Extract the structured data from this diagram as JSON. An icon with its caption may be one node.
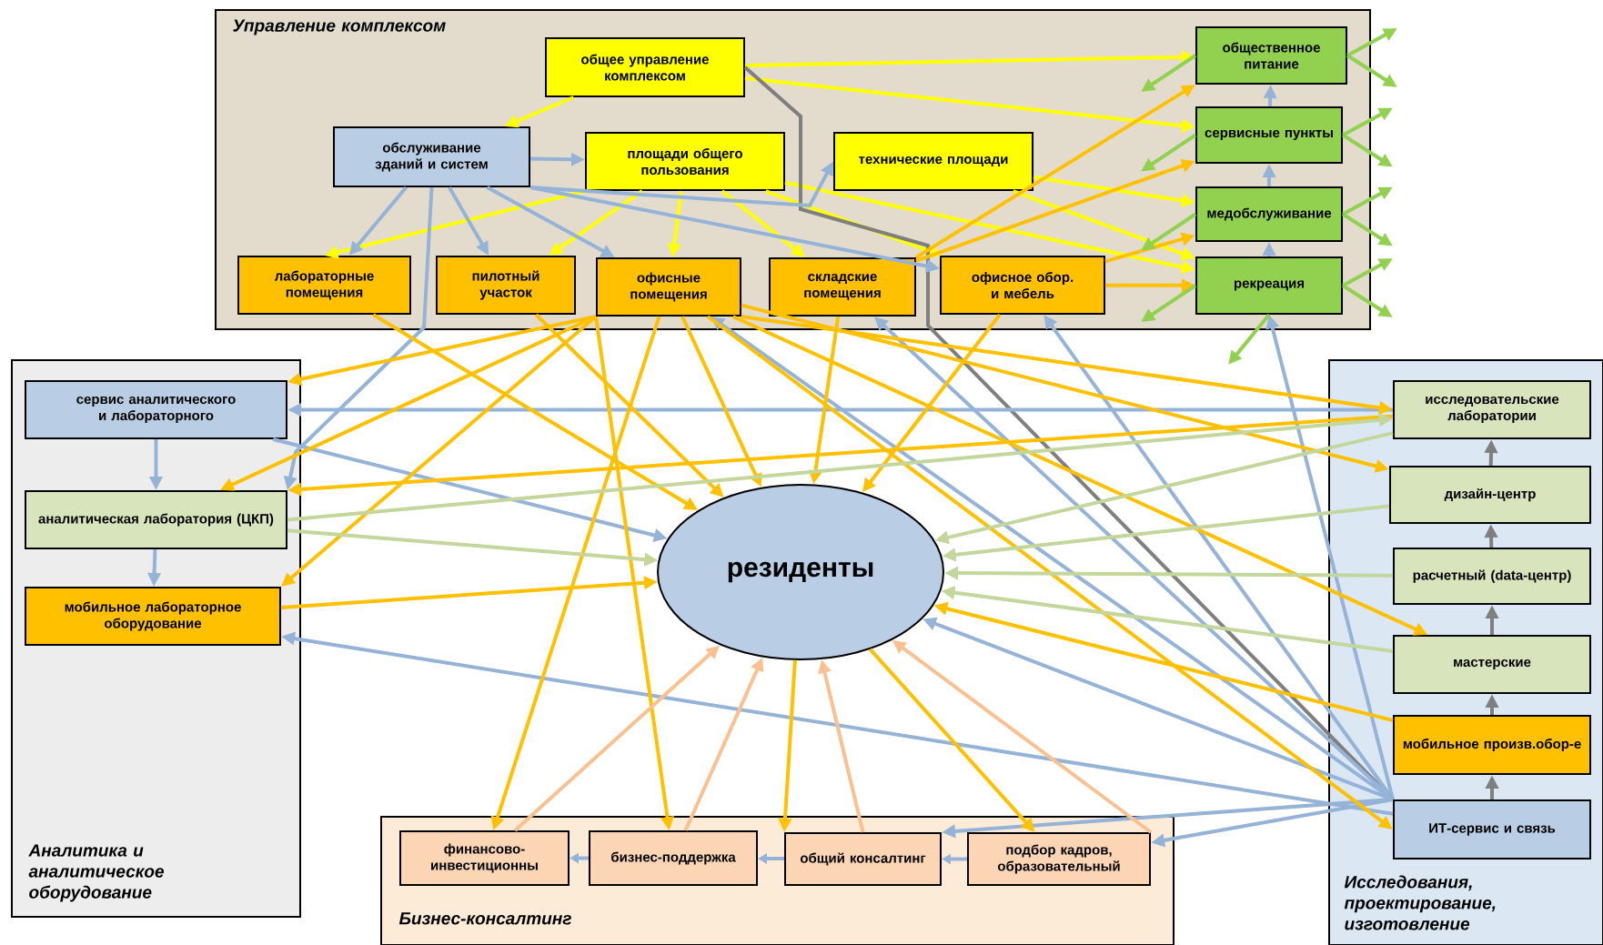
{
  "diagram": {
    "nodes": [
      {
        "text": [
          "Управление комплексом"
        ]
      },
      {
        "text": [
          "общее управление комплексом"
        ],
        "in": 0
      },
      {
        "text": [
          "обслуживание зданий и систем"
        ],
        "in": 0
      },
      {
        "text": [
          "площади общего пользования"
        ],
        "in": 0
      },
      {
        "text": [
          "технические площади"
        ],
        "in": 0
      },
      {
        "text": [
          "лабораторные помещения"
        ],
        "in": 0
      },
      {
        "text": [
          "пилотный участок"
        ],
        "in": 0
      },
      {
        "text": [
          "офисные помещения"
        ],
        "in": 0
      },
      {
        "text": [
          "складские помещения"
        ],
        "in": 0
      },
      {
        "text": [
          "офисное обор. и мебель"
        ],
        "in": 0
      },
      {
        "text": [
          "общественное питание"
        ],
        "in": 0
      },
      {
        "text": [
          "сервисные пункты"
        ],
        "in": 0
      },
      {
        "text": [
          "медобслуживание"
        ],
        "in": 0
      },
      {
        "text": [
          "рекреация"
        ],
        "in": 0
      },
      {
        "text": [
          "Аналитика и аналитическое оборудование"
        ]
      },
      {
        "text": [
          "сервис аналитического и лабораторного"
        ],
        "in": 14
      },
      {
        "text": [
          "аналитическая лаборатория (ЦКП)"
        ],
        "in": 14
      },
      {
        "text": [
          "мобильное лабораторное оборудование"
        ],
        "in": 14
      },
      {
        "text": [
          "резиденты"
        ]
      },
      {
        "text": [
          "Бизнес-консалтинг"
        ]
      },
      {
        "text": [
          "финансово-инвестиционны"
        ],
        "in": 19
      },
      {
        "text": [
          "бизнес-поддержка"
        ],
        "in": 19
      },
      {
        "text": [
          "общий консалтинг"
        ],
        "in": 19
      },
      {
        "text": [
          "подбор кадров, образовательный"
        ],
        "in": 19
      },
      {
        "text": [
          "Исследования, проектирование, изготовление"
        ]
      },
      {
        "text": [
          "исследовательские лаборатории"
        ],
        "in": 24
      },
      {
        "text": [
          "дизайн-центр"
        ],
        "in": 24
      },
      {
        "text": [
          "расчетный (data-центр)"
        ],
        "in": 24
      },
      {
        "text": [
          "мастерские"
        ],
        "in": 24
      },
      {
        "text": [
          "мобильное произв.обор-е"
        ],
        "in": 24
      },
      {
        "text": [
          "ИТ-сервис и связь"
        ],
        "in": 24
      }
    ],
    "edges": [
      {
        "from": 1,
        "to": 2,
        "arrow": "to",
        "color": "#ffff00"
      },
      {
        "from": 1,
        "to": 10,
        "arrow": "to",
        "color": "#ffff00"
      },
      {
        "from": 1,
        "to": 11,
        "arrow": "to",
        "color": "#ffff00"
      },
      {
        "from": 3,
        "to": 5,
        "arrow": "to",
        "color": "#ffff00"
      },
      {
        "from": 3,
        "to": 6,
        "arrow": "to",
        "color": "#ffff00"
      },
      {
        "from": 3,
        "to": 7,
        "arrow": "to",
        "color": "#ffff00"
      },
      {
        "from": 3,
        "to": 8,
        "arrow": "to",
        "color": "#ffff00"
      },
      {
        "from": 3,
        "to": 9,
        "arrow": "to",
        "color": "#ffff00"
      },
      {
        "from": 3,
        "to": 13,
        "arrow": "to",
        "color": "#ffff00"
      },
      {
        "from": 4,
        "to": 12,
        "arrow": "to",
        "color": "#ffff00"
      },
      {
        "from": 4,
        "to": 13,
        "arrow": "to",
        "color": "#ffff00"
      },
      {
        "from": 1,
        "to": 30,
        "arrow": "none",
        "color": "#7f7f7f"
      },
      {
        "from": 2,
        "to": 3,
        "arrow": "to",
        "color": "#95b3d7"
      },
      {
        "from": 2,
        "to": 4,
        "arrow": "to",
        "color": "#95b3d7"
      },
      {
        "from": 2,
        "to": 5,
        "arrow": "to",
        "color": "#95b3d7"
      },
      {
        "from": 2,
        "to": 6,
        "arrow": "to",
        "color": "#95b3d7"
      },
      {
        "from": 2,
        "to": 7,
        "arrow": "to",
        "color": "#95b3d7"
      },
      {
        "from": 2,
        "to": 9,
        "arrow": "to",
        "color": "#95b3d7"
      },
      {
        "from": 2,
        "to": 16,
        "arrow": "to",
        "color": "#95b3d7"
      },
      {
        "from": 15,
        "to": 16,
        "arrow": "to",
        "color": "#95b3d7"
      },
      {
        "from": 16,
        "to": 17,
        "arrow": "to",
        "color": "#95b3d7"
      },
      {
        "from": 15,
        "to": 18,
        "arrow": "to",
        "color": "#95b3d7"
      },
      {
        "from": 25,
        "to": 15,
        "arrow": "to",
        "color": "#95b3d7"
      },
      {
        "from": 30,
        "to": 13,
        "arrow": "to",
        "color": "#95b3d7"
      },
      {
        "from": 13,
        "to": 12,
        "arrow": "to",
        "color": "#95b3d7"
      },
      {
        "from": 12,
        "to": 11,
        "arrow": "to",
        "color": "#95b3d7"
      },
      {
        "from": 11,
        "to": 10,
        "arrow": "to",
        "color": "#95b3d7"
      },
      {
        "from": 30,
        "to": 17,
        "arrow": "to",
        "color": "#95b3d7"
      },
      {
        "from": 30,
        "to": 18,
        "arrow": "to",
        "color": "#95b3d7"
      },
      {
        "from": 30,
        "to": 22,
        "arrow": "to",
        "color": "#95b3d7"
      },
      {
        "from": 30,
        "to": 23,
        "arrow": "to",
        "color": "#95b3d7"
      },
      {
        "from": 30,
        "to": 7,
        "arrow": "to",
        "color": "#95b3d7"
      },
      {
        "from": 30,
        "to": 8,
        "arrow": "to",
        "color": "#95b3d7"
      },
      {
        "from": 30,
        "to": 9,
        "arrow": "to",
        "color": "#95b3d7"
      },
      {
        "from": 23,
        "to": 22,
        "arrow": "to",
        "color": "#95b3d7"
      },
      {
        "from": 22,
        "to": 21,
        "arrow": "to",
        "color": "#95b3d7"
      },
      {
        "from": 21,
        "to": 20,
        "arrow": "to",
        "color": "#95b3d7"
      },
      {
        "from": 7,
        "to": 15,
        "arrow": "to",
        "color": "#ffc000"
      },
      {
        "from": 7,
        "to": 16,
        "arrow": "to",
        "color": "#ffc000"
      },
      {
        "from": 7,
        "to": 17,
        "arrow": "to",
        "color": "#ffc000"
      },
      {
        "from": 7,
        "to": 18,
        "arrow": "to",
        "color": "#ffc000"
      },
      {
        "from": 7,
        "to": 20,
        "arrow": "to",
        "color": "#ffc000"
      },
      {
        "from": 7,
        "to": 21,
        "arrow": "to",
        "color": "#ffc000"
      },
      {
        "from": 7,
        "to": 25,
        "arrow": "to",
        "color": "#ffc000"
      },
      {
        "from": 7,
        "to": 26,
        "arrow": "to",
        "color": "#ffc000"
      },
      {
        "from": 7,
        "to": 28,
        "arrow": "to",
        "color": "#ffc000"
      },
      {
        "from": 7,
        "to": 30,
        "arrow": "to",
        "color": "#ffc000"
      },
      {
        "from": 8,
        "to": 10,
        "arrow": "to",
        "color": "#ffc000"
      },
      {
        "from": 8,
        "to": 11,
        "arrow": "to",
        "color": "#ffc000"
      },
      {
        "from": 9,
        "to": 12,
        "arrow": "to",
        "color": "#ffc000"
      },
      {
        "from": 5,
        "to": 18,
        "arrow": "to",
        "color": "#ffc000"
      },
      {
        "from": 6,
        "to": 18,
        "arrow": "to",
        "color": "#ffc000"
      },
      {
        "from": 8,
        "to": 18,
        "arrow": "to",
        "color": "#ffc000"
      },
      {
        "from": 9,
        "to": 18,
        "arrow": "to",
        "color": "#ffc000"
      },
      {
        "from": 9,
        "to": 13,
        "arrow": "to",
        "color": "#ffc000"
      },
      {
        "from": 17,
        "to": 18,
        "arrow": "to",
        "color": "#ffc000"
      },
      {
        "from": 18,
        "to": 22,
        "arrow": "to",
        "color": "#ffc000"
      },
      {
        "from": 18,
        "to": 23,
        "arrow": "to",
        "color": "#ffc000"
      },
      {
        "from": 29,
        "to": 18,
        "arrow": "to",
        "color": "#ffc000"
      },
      {
        "from": 25,
        "to": 16,
        "arrow": "to",
        "color": "#ffc000"
      },
      {
        "from": 16,
        "to": 18,
        "arrow": "to",
        "color": "#c3d69b"
      },
      {
        "from": 16,
        "to": 25,
        "arrow": "to",
        "color": "#c3d69b"
      },
      {
        "from": 25,
        "to": 18,
        "arrow": "to",
        "color": "#c3d69b"
      },
      {
        "from": 26,
        "to": 18,
        "arrow": "to",
        "color": "#c3d69b"
      },
      {
        "from": 27,
        "to": 18,
        "arrow": "to",
        "color": "#c3d69b"
      },
      {
        "from": 28,
        "to": 18,
        "arrow": "to",
        "color": "#c3d69b"
      },
      {
        "from": 20,
        "to": 18,
        "arrow": "to",
        "color": "#fac090"
      },
      {
        "from": 21,
        "to": 18,
        "arrow": "to",
        "color": "#fac090"
      },
      {
        "from": 22,
        "to": 18,
        "arrow": "to",
        "color": "#fac090"
      },
      {
        "from": 23,
        "to": 18,
        "arrow": "to",
        "color": "#fac090"
      },
      {
        "from": 30,
        "to": 29,
        "arrow": "to",
        "color": "#7f7f7f"
      },
      {
        "from": 29,
        "to": 28,
        "arrow": "to",
        "color": "#7f7f7f"
      },
      {
        "from": 28,
        "to": 27,
        "arrow": "to",
        "color": "#7f7f7f"
      },
      {
        "from": 27,
        "to": 26,
        "arrow": "to",
        "color": "#7f7f7f"
      },
      {
        "from": 26,
        "to": 25,
        "arrow": "to",
        "color": "#7f7f7f"
      },
      {
        "from": 10,
        "to": null,
        "arrow": "to",
        "color": "#92d050"
      },
      {
        "from": 10,
        "to": null,
        "arrow": "to",
        "color": "#92d050"
      },
      {
        "from": 10,
        "to": null,
        "arrow": "to",
        "color": "#92d050"
      },
      {
        "from": 11,
        "to": null,
        "arrow": "to",
        "color": "#92d050"
      },
      {
        "from": 11,
        "to": null,
        "arrow": "to",
        "color": "#92d050"
      },
      {
        "from": 11,
        "to": null,
        "arrow": "to",
        "color": "#92d050"
      },
      {
        "from": 12,
        "to": null,
        "arrow": "to",
        "color": "#92d050"
      },
      {
        "from": 12,
        "to": null,
        "arrow": "to",
        "color": "#92d050"
      },
      {
        "from": 12,
        "to": null,
        "arrow": "to",
        "color": "#92d050"
      },
      {
        "from": 13,
        "to": null,
        "arrow": "to",
        "color": "#92d050"
      },
      {
        "from": 13,
        "to": null,
        "arrow": "to",
        "color": "#92d050"
      },
      {
        "from": 13,
        "to": null,
        "arrow": "to",
        "color": "#92d050"
      },
      {
        "from": 13,
        "to": null,
        "arrow": "to",
        "color": "#92d050"
      }
    ]
  }
}
